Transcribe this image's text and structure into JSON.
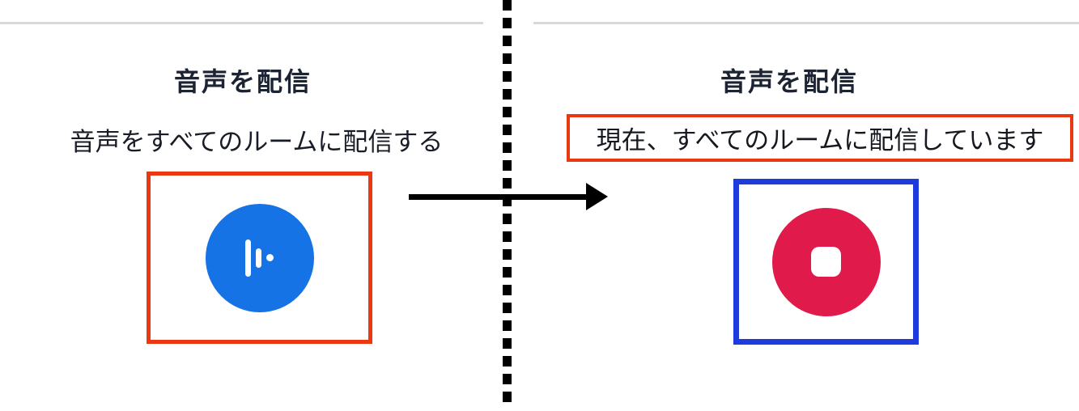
{
  "left_panel": {
    "title": "音声を配信",
    "description": "音声をすべてのルームに配信する",
    "button_icon": "voice-level-bars-icon"
  },
  "right_panel": {
    "title": "音声を配信",
    "status": "現在、すべてのルームに配信しています",
    "button_icon": "stop-square-icon"
  },
  "colors": {
    "accent_red": "#ea3812",
    "broadcast_blue": "#1673e6",
    "highlight_blue": "#1d3cdb",
    "stop_red": "#e01b4b",
    "divider_black": "#000000",
    "top_border_gray": "#d9d9d9",
    "title_text": "#1c2333"
  }
}
